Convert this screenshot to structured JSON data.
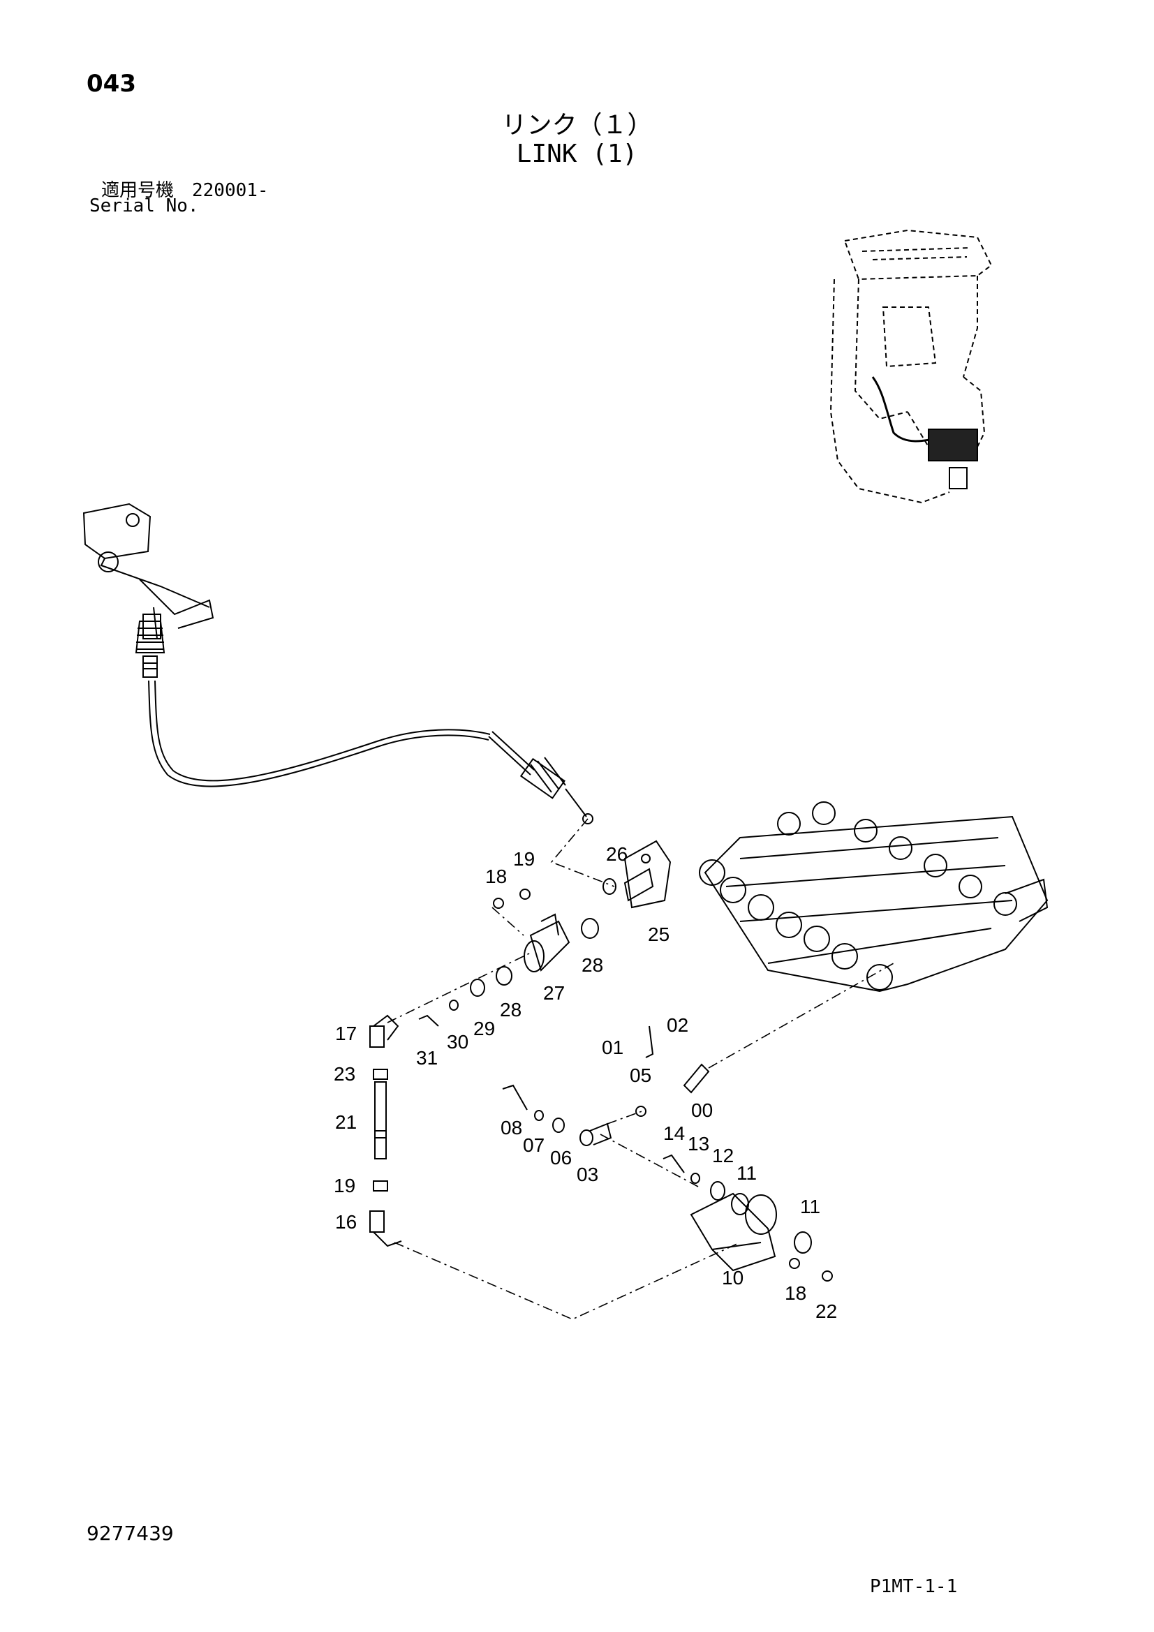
{
  "header": {
    "page_number": "043",
    "title_ja": "リンク（１）",
    "title_en": "LINK (1)",
    "serial_ja": "適用号機　220001-",
    "serial_en": "Serial No."
  },
  "footer": {
    "doc_number": "9277439",
    "page_code": "P1MT-1-1"
  },
  "callouts": [
    {
      "id": "c19a",
      "label": "19"
    },
    {
      "id": "c18a",
      "label": "18"
    },
    {
      "id": "c26",
      "label": "26"
    },
    {
      "id": "c25",
      "label": "25"
    },
    {
      "id": "c28a",
      "label": "28"
    },
    {
      "id": "c27",
      "label": "27"
    },
    {
      "id": "c28b",
      "label": "28"
    },
    {
      "id": "c29",
      "label": "29"
    },
    {
      "id": "c30",
      "label": "30"
    },
    {
      "id": "c31",
      "label": "31"
    },
    {
      "id": "c17",
      "label": "17"
    },
    {
      "id": "c23",
      "label": "23"
    },
    {
      "id": "c21",
      "label": "21"
    },
    {
      "id": "c19b",
      "label": "19"
    },
    {
      "id": "c16",
      "label": "16"
    },
    {
      "id": "c02",
      "label": "02"
    },
    {
      "id": "c01",
      "label": "01"
    },
    {
      "id": "c05",
      "label": "05"
    },
    {
      "id": "c00",
      "label": "00"
    },
    {
      "id": "c08",
      "label": "08"
    },
    {
      "id": "c07",
      "label": "07"
    },
    {
      "id": "c06",
      "label": "06"
    },
    {
      "id": "c03",
      "label": "03"
    },
    {
      "id": "c14",
      "label": "14"
    },
    {
      "id": "c13",
      "label": "13"
    },
    {
      "id": "c12",
      "label": "12"
    },
    {
      "id": "c11a",
      "label": "11"
    },
    {
      "id": "c11b",
      "label": "11"
    },
    {
      "id": "c10",
      "label": "10"
    },
    {
      "id": "c18b",
      "label": "18"
    },
    {
      "id": "c22",
      "label": "22"
    }
  ]
}
